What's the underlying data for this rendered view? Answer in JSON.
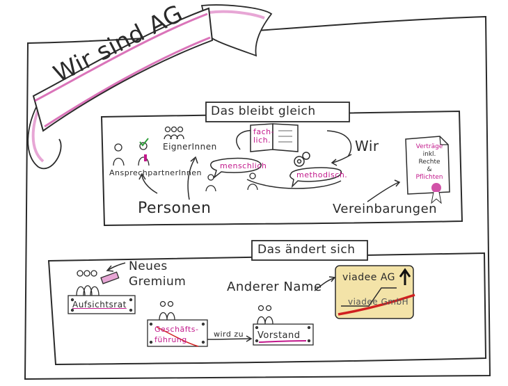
{
  "banner": {
    "title": "Wir sind AG"
  },
  "section_same": {
    "heading": "Das bleibt gleich",
    "labels": {
      "fachlich": "fach-\nlich.",
      "wir": "Wir",
      "menschlich": "menschlich",
      "methodisch": "methodisch.",
      "eignerinnen": "EignerInnen",
      "ansprechpartnerinnen": "AnsprechpartnerInnen",
      "personen": "Personen",
      "vereinbarungen": "Vereinbarungen"
    },
    "document": {
      "lines": [
        "Verträge",
        "inkl.",
        "Rechte",
        "&",
        "Pflichten"
      ]
    }
  },
  "section_change": {
    "heading": "Das ändert sich",
    "neues_gremium": "Neues\nGremium",
    "aufsichtsrat": "Aufsichtsrat",
    "anderer_name": "Anderer Name",
    "geschaeftsfuehrung": "Geschäfts-\nführung",
    "wird_zu": "wird zu",
    "vorstand": "Vorstand",
    "sign": {
      "new_name": "viadee AG",
      "old_name": "viadee GmbH"
    }
  },
  "colors": {
    "ink": "#2a2a2a",
    "accent": "#c2188b",
    "accent_light": "#e7a6d5",
    "sign_fill": "#f3e3a8",
    "strike": "#d02020",
    "gray": "#9a9a9a"
  }
}
